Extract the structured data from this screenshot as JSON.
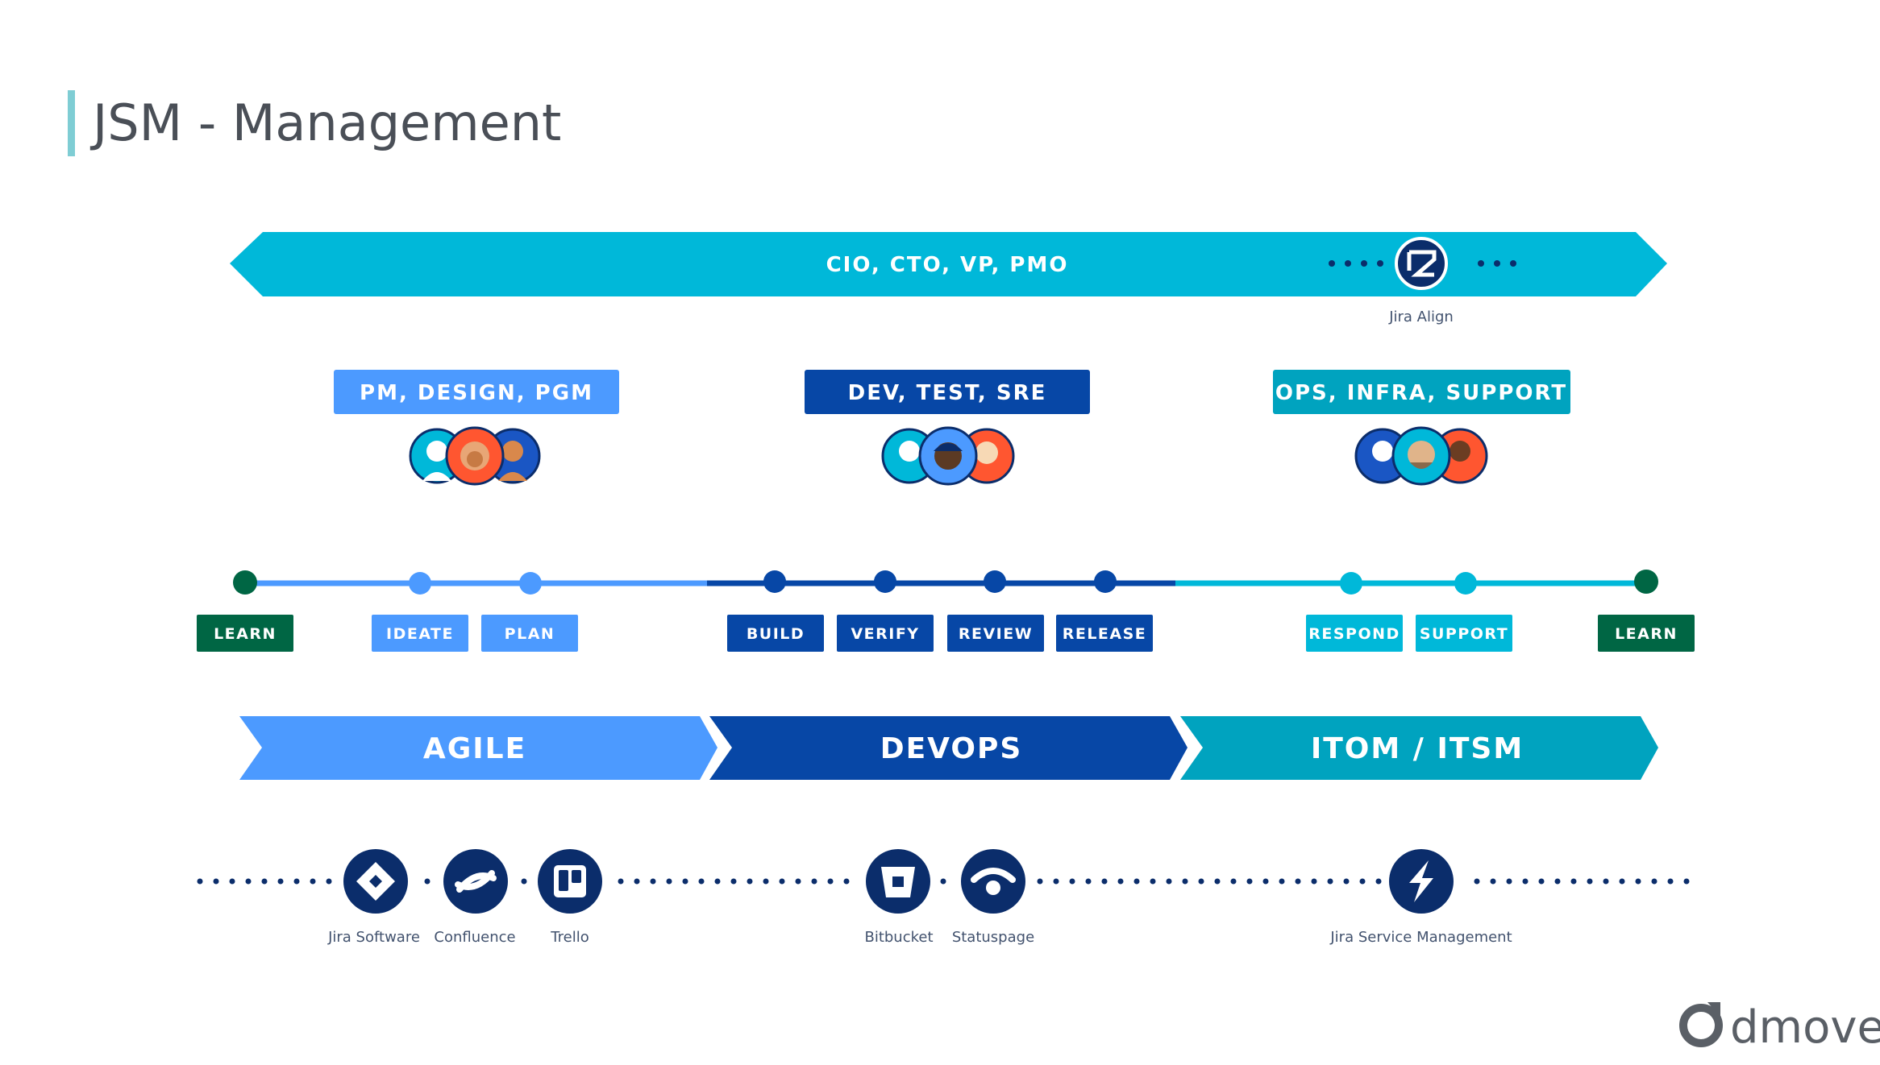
{
  "title": "JSM - Management",
  "top_banner": {
    "label": "CIO, CTO, VP, PMO",
    "tool_label": "Jira Align"
  },
  "role_groups": [
    {
      "label": "PM, DESIGN, PGM",
      "color": "#4c9aff"
    },
    {
      "label": "DEV, TEST, SRE",
      "color": "#0747a6"
    },
    {
      "label": "OPS, INFRA, SUPPORT",
      "color": "#00a3bf"
    }
  ],
  "stages": [
    {
      "label": "LEARN",
      "color": "#006644"
    },
    {
      "label": "IDEATE",
      "color": "#4c9aff"
    },
    {
      "label": "PLAN",
      "color": "#4c9aff"
    },
    {
      "label": "BUILD",
      "color": "#0747a6"
    },
    {
      "label": "VERIFY",
      "color": "#0747a6"
    },
    {
      "label": "REVIEW",
      "color": "#0747a6"
    },
    {
      "label": "RELEASE",
      "color": "#0747a6"
    },
    {
      "label": "RESPOND",
      "color": "#00b8d9"
    },
    {
      "label": "SUPPORT",
      "color": "#00b8d9"
    },
    {
      "label": "LEARN",
      "color": "#006644"
    }
  ],
  "phases": [
    {
      "label": "AGILE",
      "color": "#4c9aff"
    },
    {
      "label": "DEVOPS",
      "color": "#0747a6"
    },
    {
      "label": "ITOM / ITSM",
      "color": "#00a3bf"
    }
  ],
  "tools": [
    {
      "label": "Jira Software",
      "icon": "jira-software-icon"
    },
    {
      "label": "Confluence",
      "icon": "confluence-icon"
    },
    {
      "label": "Trello",
      "icon": "trello-icon"
    },
    {
      "label": "Bitbucket",
      "icon": "bitbucket-icon"
    },
    {
      "label": "Statuspage",
      "icon": "statuspage-icon"
    },
    {
      "label": "Jira Service Management",
      "icon": "jira-service-management-icon"
    }
  ],
  "brand": {
    "name": "dmove",
    "color": "#5a5f66"
  },
  "colors": {
    "icon_bg": "#0b2d6b",
    "top_banner": "#00b8d9"
  }
}
